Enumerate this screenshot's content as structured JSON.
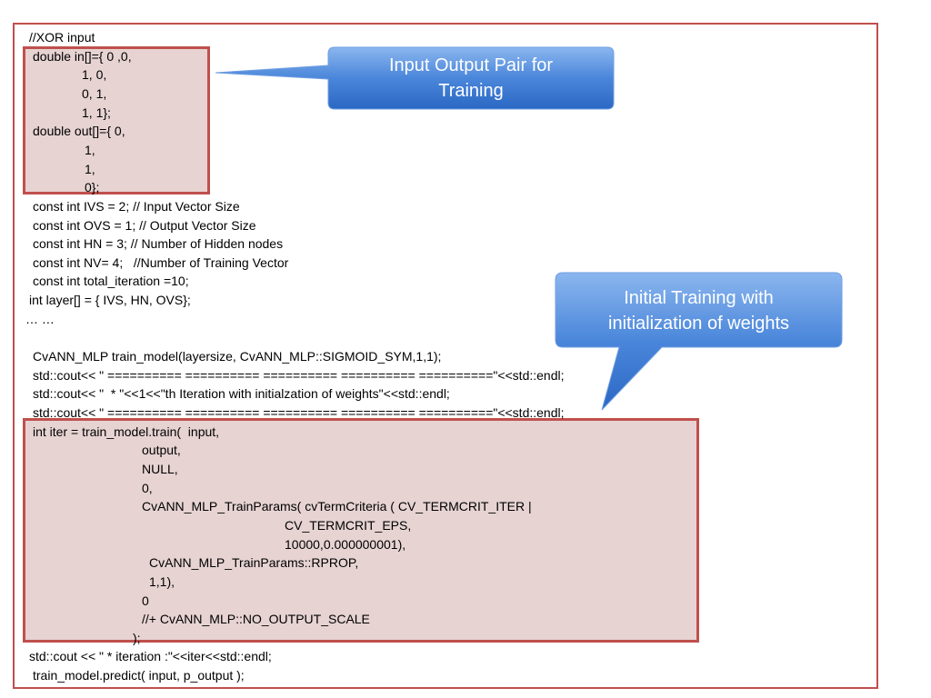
{
  "code": {
    "lines": [
      {
        "indent": 32,
        "text": "//XOR input"
      },
      {
        "indent": 36,
        "text": "double in[]={ 0 ,0,"
      },
      {
        "indent": 90,
        "text": "1, 0,"
      },
      {
        "indent": 90,
        "text": "0, 1,"
      },
      {
        "indent": 90,
        "text": "1, 1};"
      },
      {
        "indent": 36,
        "text": "double out[]={ 0,"
      },
      {
        "indent": 93,
        "text": "1,"
      },
      {
        "indent": 93,
        "text": "1,"
      },
      {
        "indent": 93,
        "text": "0};"
      },
      {
        "indent": 36,
        "text": "const int IVS = 2; // Input Vector Size"
      },
      {
        "indent": 36,
        "text": "const int OVS = 1; // Output Vector Size"
      },
      {
        "indent": 36,
        "text": "const int HN = 3; // Number of Hidden nodes"
      },
      {
        "indent": 36,
        "text": "const int NV= 4;   //Number of Training Vector"
      },
      {
        "indent": 36,
        "text": "const int total_iteration =10;"
      },
      {
        "indent": 32,
        "text": "int layer[] = { IVS, HN, OVS};"
      },
      {
        "indent": 28,
        "text": "… …"
      },
      {
        "indent": 36,
        "text": ""
      },
      {
        "indent": 36,
        "text": "CvANN_MLP train_model(layersize, CvANN_MLP::SIGMOID_SYM,1,1);"
      },
      {
        "indent": 36,
        "text": "std::cout<< \" ========== ========== ========== ========== ==========\"<<std::endl;"
      },
      {
        "indent": 36,
        "text": "std::cout<< \"  * \"<<1<<\"th Iteration with initialzation of weights\"<<std::endl;"
      },
      {
        "indent": 36,
        "text": "std::cout<< \" ========== ========== ========== ========== ==========\"<<std::endl;"
      },
      {
        "indent": 36,
        "text": "int iter = train_model.train(  input,"
      },
      {
        "indent": 156,
        "text": "output,"
      },
      {
        "indent": 156,
        "text": "NULL,"
      },
      {
        "indent": 156,
        "text": "0,"
      },
      {
        "indent": 156,
        "text": "CvANN_MLP_TrainParams( cvTermCriteria ( CV_TERMCRIT_ITER |"
      },
      {
        "indent": 313,
        "text": "CV_TERMCRIT_EPS,"
      },
      {
        "indent": 313,
        "text": "10000,0.000000001),"
      },
      {
        "indent": 164,
        "text": "CvANN_MLP_TrainParams::RPROP,"
      },
      {
        "indent": 164,
        "text": "1,1),"
      },
      {
        "indent": 156,
        "text": "0"
      },
      {
        "indent": 156,
        "text": "//+ CvANN_MLP::NO_OUTPUT_SCALE"
      },
      {
        "indent": 146,
        "text": ");"
      },
      {
        "indent": 32,
        "text": "std::cout << \" * iteration :\"<<iter<<std::endl;"
      },
      {
        "indent": 36,
        "text": "train_model.predict( input, p_output );"
      }
    ]
  },
  "callouts": {
    "top": {
      "line1": "Input Output Pair for",
      "line2": "Training"
    },
    "right": {
      "line1": "Initial Training with",
      "line2": "initialization of weights"
    }
  },
  "colors": {
    "frame": "#c0504d",
    "highlight_fill": "#e6d3d2",
    "callout_top": "#3f7fd6",
    "callout_bottom": "#1f5fbf"
  }
}
